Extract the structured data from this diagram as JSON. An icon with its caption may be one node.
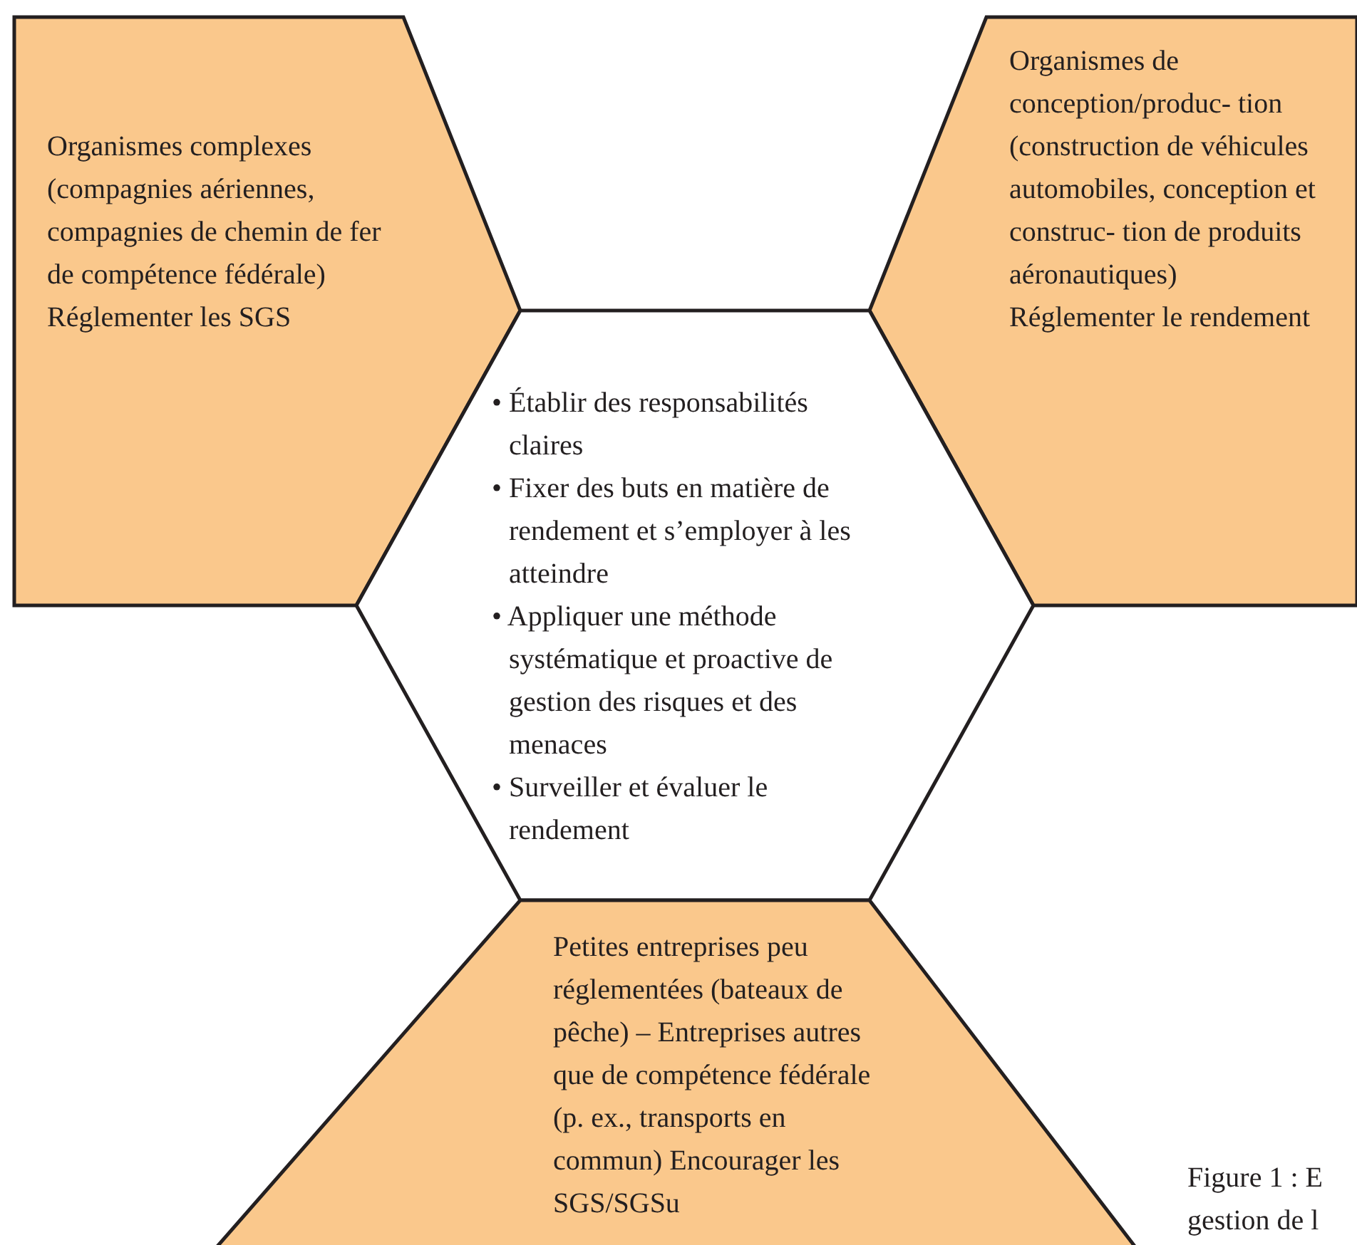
{
  "diagram": {
    "nodes": [
      {
        "text": [
          "Organismes complexes (compagnies aériennes, compagnies de chemin de fer de compétence fédérale) Réglementer les SGS"
        ]
      },
      {
        "text": [
          "Organismes de conception/produc- tion (construction de véhicules automobiles, conception et construc- tion de produits aéronautiques) Réglementer le rendement"
        ]
      },
      {
        "text": [
          "• Établir des responsabilités claires",
          "• Fixer des buts en matière de rendement et s’employer à les atteindre",
          "• Appliquer une méthode systématique et proactive de gestion des risques et des menaces",
          "• Surveiller et évaluer le rendement"
        ]
      },
      {
        "text": [
          "Petites entreprises peu réglementées (bateaux de pêche) – Entreprises autres que de compétence fédérale (p. ex., transports en commun) Encourager les SGS/SGSu"
        ]
      }
    ],
    "labels": [
      "Figure 1 : E gestion de l"
    ]
  }
}
